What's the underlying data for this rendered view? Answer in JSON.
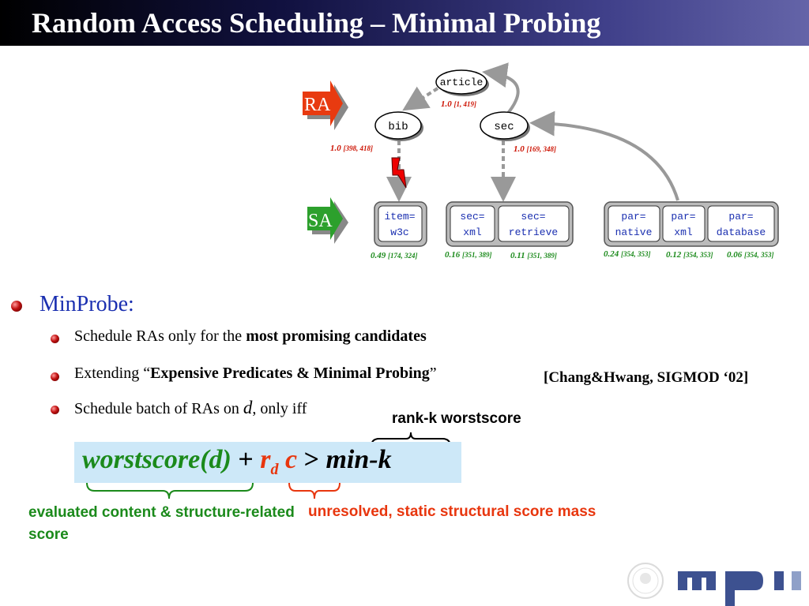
{
  "slide": {
    "title": "Random Access Scheduling – Minimal Probing"
  },
  "diagram": {
    "ra_label": "RA",
    "sa_label": "SA",
    "nodes": {
      "article": "article",
      "bib": "bib",
      "sec": "sec"
    },
    "node_scores": {
      "article": {
        "score": "1.0",
        "range": "[1, 419]"
      },
      "bib": {
        "score": "1.0",
        "range": "[398, 418]"
      },
      "sec": {
        "score": "1.0",
        "range": "[169, 348]"
      }
    },
    "lists": [
      {
        "line1": "item=",
        "line2": "w3c",
        "score": "0.49",
        "range": "[174, 324]"
      },
      {
        "line1": "sec=",
        "line2": "xml",
        "score": "0.16",
        "range": "[351, 389]"
      },
      {
        "line1": "sec=",
        "line2": "retrieve",
        "score": "0.11",
        "range": "[351, 389]"
      },
      {
        "line1": "par=",
        "line2": "native",
        "score": "0.24",
        "range": "[354, 353]"
      },
      {
        "line1": "par=",
        "line2": "xml",
        "score": "0.12",
        "range": "[354, 353]"
      },
      {
        "line1": "par=",
        "line2": "database",
        "score": "0.06",
        "range": "[354, 353]"
      }
    ],
    "colors": {
      "ra_arrow": "#e83a10",
      "sa_arrow": "#2ca02c",
      "node_blue": "#1a2fb0",
      "score_red": "#cc1100",
      "score_green": "#1b8a1b"
    }
  },
  "content": {
    "heading": "MinProbe:",
    "bullets": [
      {
        "pre": "Schedule RAs only for the ",
        "bold": "most promising candidates"
      },
      {
        "pre": "Extending “",
        "bold": "Expensive Predicates & Minimal Probing",
        "post": "”"
      },
      {
        "pre": "Schedule batch of RAs on ",
        "var": "d",
        "post": ", only iff"
      }
    ],
    "citation": "[Chang&Hwang, SIGMOD ‘02]",
    "rank_label": "rank-k worstscore",
    "formula": {
      "worstscore": "worstscore(d)",
      "plus": "+",
      "r": "r",
      "sub": "d",
      "c": "c",
      "gt": ">",
      "mink": "min-k"
    },
    "note_green": "evaluated content & structure-related score",
    "note_red": "unresolved, static structural score mass"
  }
}
